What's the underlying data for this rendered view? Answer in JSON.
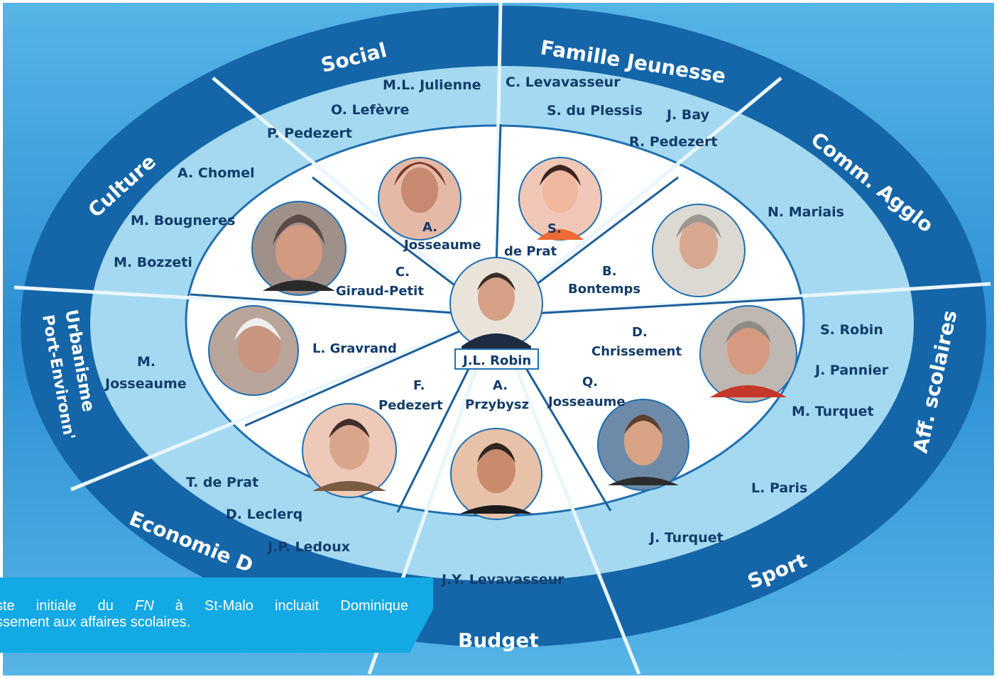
{
  "ring_sectors": [
    {
      "id": "social",
      "label": "Social",
      "names": [
        "M.L. Julienne",
        "O. Lefèvre",
        "P. Pedezert"
      ]
    },
    {
      "id": "famille",
      "label": "Famille Jeunesse",
      "names": [
        "C. Levavasseur",
        "S. du Plessis",
        "J. Bay",
        "R. Pedezert"
      ]
    },
    {
      "id": "comm",
      "label": "Comm. Agglo",
      "names": [
        "N. Mariais"
      ]
    },
    {
      "id": "scolaires",
      "label": "Aff. scolaires",
      "names": [
        "S. Robin",
        "J. Pannier",
        "M. Turquet"
      ]
    },
    {
      "id": "sport",
      "label": "Sport",
      "names": [
        "L. Paris",
        "J. Turquet"
      ]
    },
    {
      "id": "budget",
      "label": "Budget",
      "names": [
        "J.Y. Levavasseur"
      ]
    },
    {
      "id": "economie",
      "label": "Economie D",
      "names": [
        "T. de Prat",
        "D. Leclerq",
        "J.P. Ledoux"
      ]
    },
    {
      "id": "urbanisme",
      "label": "Urbanisme",
      "label2": "Port-Environn'",
      "names": [
        "M.",
        "Josseaume"
      ]
    },
    {
      "id": "culture",
      "label": "Culture",
      "names": [
        "A. Chomel",
        "M. Bougneres",
        "M. Bozzeti"
      ]
    }
  ],
  "inner_people": [
    {
      "id": "a-josseaume",
      "line1": "A.",
      "line2": "Josseaume"
    },
    {
      "id": "s-de-prat",
      "line1": "S.",
      "line2": "de Prat"
    },
    {
      "id": "b-bontemps",
      "line1": "B.",
      "line2": "Bontemps"
    },
    {
      "id": "d-chrissement",
      "line1": "D.",
      "line2": "Chrissement"
    },
    {
      "id": "q-josseaume",
      "line1": "Q.",
      "line2": "Josseaume"
    },
    {
      "id": "a-przybysz",
      "line1": "A.",
      "line2": "Przybysz"
    },
    {
      "id": "f-pedezert",
      "line1": "F.",
      "line2": "Pedezert"
    },
    {
      "id": "l-gravrand",
      "line1": "L. Gravrand",
      "line2": ""
    },
    {
      "id": "c-giraud-petit",
      "line1": "C.",
      "line2": "Giraud-Petit"
    }
  ],
  "center": {
    "name": "J.L. Robin"
  },
  "caption": {
    "line1": "ste initiale du FN à St-Malo incluait Dominique",
    "line1_pre": "ste initiale du ",
    "line1_em": "FN",
    "line1_post": " à St-Malo incluait Dominique",
    "line2": "ssement aux affaires scolaires."
  },
  "colors": {
    "ring_dark": "#1566a8",
    "ring_light": "#9fd7f0",
    "inner_fill": "#ffffff",
    "background": "#2f8fd0",
    "caption_bg": "#12a9e4",
    "text_dark": "#123c6a"
  }
}
